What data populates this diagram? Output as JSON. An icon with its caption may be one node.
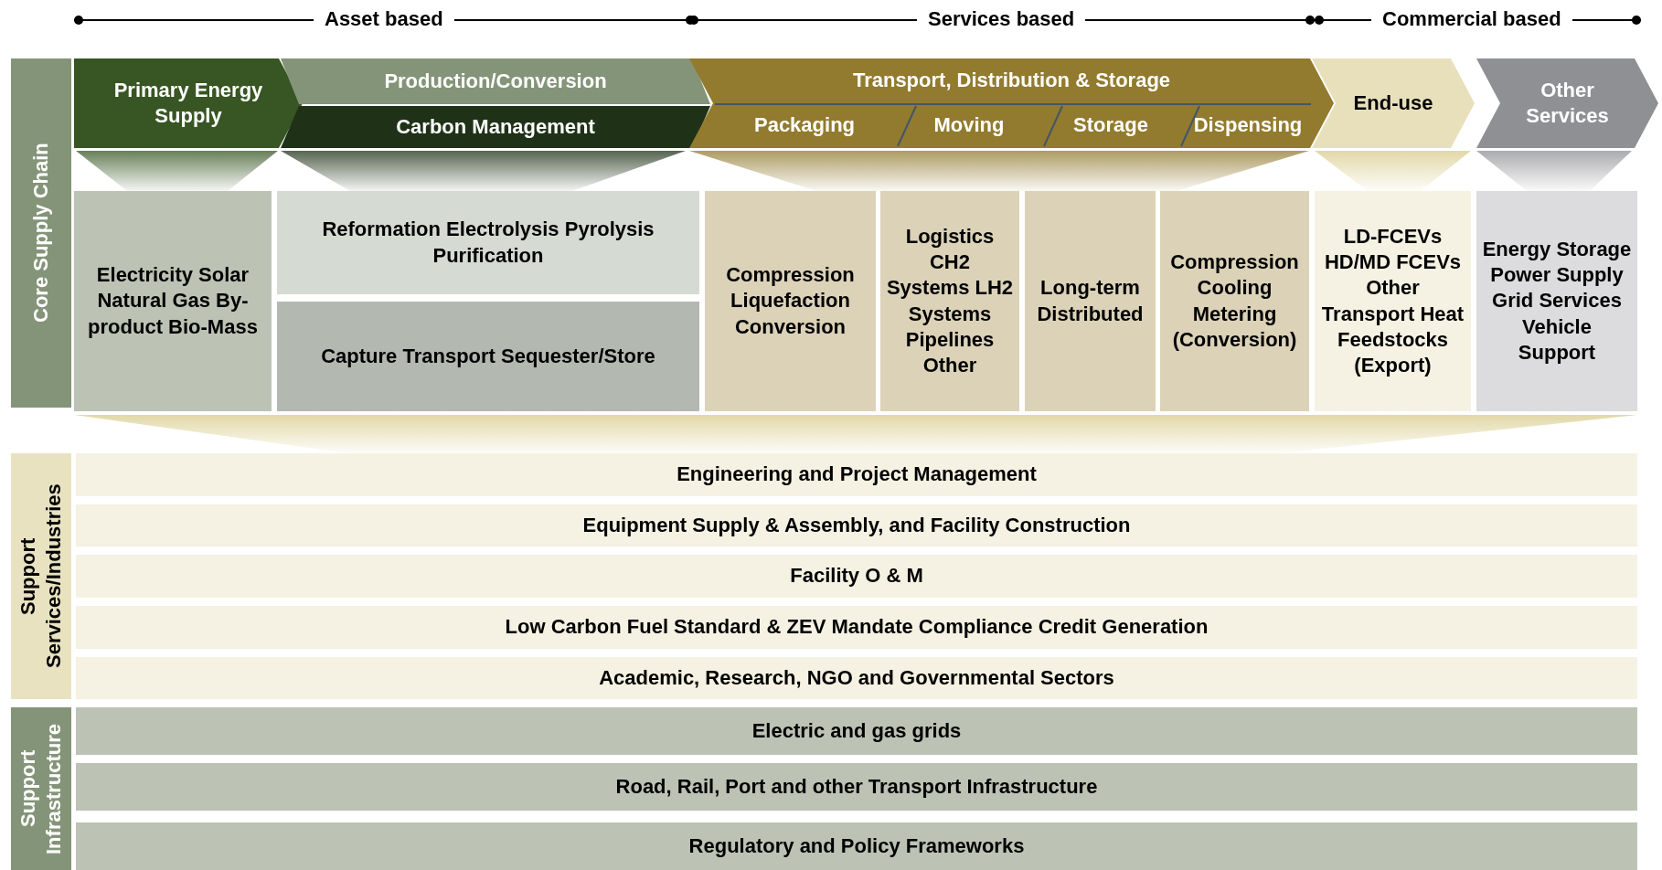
{
  "diagram": {
    "nodes": [
      {
        "text": [
          "Core Supply Chain"
        ]
      },
      {
        "text": [
          "Primary Energy Supply"
        ]
      },
      {
        "text": [
          "Production/Conversion"
        ]
      },
      {
        "text": [
          "Carbon Management"
        ]
      },
      {
        "text": [
          "Transport, Distribution & Storage"
        ]
      },
      {
        "text": [
          "Packaging"
        ],
        "in": 4
      },
      {
        "text": [
          "Moving"
        ],
        "in": 4
      },
      {
        "text": [
          "Storage"
        ],
        "in": 4
      },
      {
        "text": [
          "Dispensing"
        ],
        "in": 4
      },
      {
        "text": [
          "End-use"
        ]
      },
      {
        "text": [
          "Other Services"
        ]
      },
      {
        "text": [
          "Electricity Solar Natural Gas By-product Bio-Mass"
        ]
      },
      {
        "text": [
          "Reformation Electrolysis Pyrolysis Purification"
        ]
      },
      {
        "text": [
          "Capture Transport Sequester/Store"
        ]
      },
      {
        "text": [
          "Compression Liquefaction Conversion"
        ]
      },
      {
        "text": [
          "Logistics CH2 Systems LH2 Systems Pipelines Other"
        ]
      },
      {
        "text": [
          "Long-term Distributed"
        ]
      },
      {
        "text": [
          "Compression Cooling Metering (Conversion)"
        ]
      },
      {
        "text": [
          "LD-FCEVs HD/MD FCEVs Other Transport Heat Feedstocks (Export)"
        ]
      },
      {
        "text": [
          "Energy Storage Power Supply Grid Services Vehicle Support"
        ]
      },
      {
        "text": [
          "Support Services/Industries"
        ]
      },
      {
        "text": [
          "Engineering and Project Management"
        ]
      },
      {
        "text": [
          "Equipment Supply & Assembly, and Facility Construction"
        ]
      },
      {
        "text": [
          "Facility O & M"
        ]
      },
      {
        "text": [
          "Low Carbon Fuel Standard & ZEV Mandate Compliance Credit Generation"
        ]
      },
      {
        "text": [
          "Academic, Research, NGO and Governmental Sectors"
        ]
      },
      {
        "text": [
          "Support Infrastructure"
        ]
      },
      {
        "text": [
          "Electric and gas grids"
        ]
      },
      {
        "text": [
          "Road, Rail, Port and other Transport Infrastructure"
        ]
      },
      {
        "text": [
          "Regulatory and Policy Frameworks"
        ]
      },
      {
        "text": [],
        "shape": "funnel"
      },
      {
        "text": [],
        "shape": "funnel"
      },
      {
        "text": [],
        "shape": "funnel"
      },
      {
        "text": [],
        "shape": "funnel"
      },
      {
        "text": [],
        "shape": "funnel"
      },
      {
        "text": [],
        "shape": "funnel"
      }
    ],
    "labels": [
      "Asset based",
      "Services based",
      "Commercial based"
    ]
  }
}
